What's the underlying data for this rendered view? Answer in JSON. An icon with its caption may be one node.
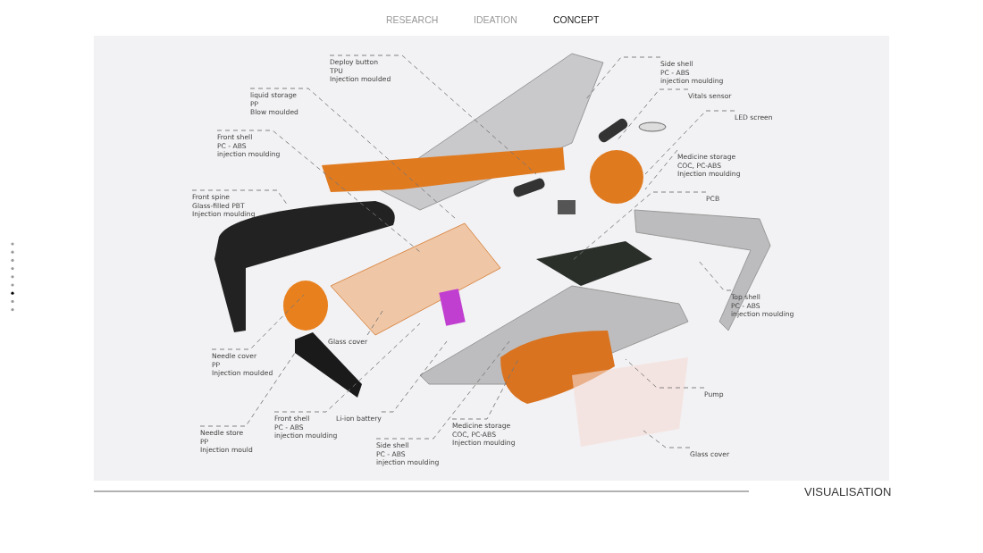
{
  "diagram": {
    "nodes": [
      {
        "text": [
          "Deploy button",
          "TPU",
          "Injection moulded"
        ]
      },
      {
        "text": [
          "Side shell",
          "PC - ABS",
          "injection moulding"
        ]
      },
      {
        "text": [
          "liquid storage",
          "PP",
          "Blow moulded"
        ]
      },
      {
        "text": [
          "Vitals sensor"
        ]
      },
      {
        "text": [
          "LED screen"
        ]
      },
      {
        "text": [
          "Front shell",
          "PC - ABS",
          "injection moulding"
        ]
      },
      {
        "text": [
          "Medicine storage",
          "COC, PC-ABS",
          "Injection moulding"
        ]
      },
      {
        "text": [
          "Front spine",
          "Glass-filled PBT",
          "Injection moulding"
        ]
      },
      {
        "text": [
          "PCB"
        ]
      },
      {
        "text": [
          "Top shell",
          "PC - ABS",
          "injection moulding"
        ]
      },
      {
        "text": [
          "Glass cover"
        ]
      },
      {
        "text": [
          "Needle cover",
          "PP",
          "Injection moulded"
        ]
      },
      {
        "text": [
          "Pump"
        ]
      },
      {
        "text": [
          "Front shell",
          "PC - ABS",
          "injection moulding"
        ]
      },
      {
        "text": [
          "Li-ion battery"
        ]
      },
      {
        "text": [
          "Needle store",
          "PP",
          "Injection mould"
        ]
      },
      {
        "text": [
          "Medicine storage",
          "COC, PC-ABS",
          "Injection moulding"
        ]
      },
      {
        "text": [
          "Side shell",
          "PC - ABS",
          "injection moulding"
        ]
      },
      {
        "text": [
          "Glass cover"
        ]
      }
    ],
    "edges": [
      {
        "from": 0,
        "to": null,
        "arrow": "none",
        "style": "dashed"
      },
      {
        "from": 1,
        "to": null,
        "arrow": "none",
        "style": "dashed"
      },
      {
        "from": 2,
        "to": null,
        "arrow": "none",
        "style": "dashed"
      },
      {
        "from": 3,
        "to": null,
        "arrow": "none",
        "style": "dashed"
      },
      {
        "from": 4,
        "to": null,
        "arrow": "none",
        "style": "dashed"
      },
      {
        "from": 5,
        "to": null,
        "arrow": "none",
        "style": "dashed"
      },
      {
        "from": 6,
        "to": null,
        "arrow": "none",
        "style": "dashed"
      },
      {
        "from": 7,
        "to": null,
        "arrow": "none",
        "style": "dashed"
      },
      {
        "from": 8,
        "to": null,
        "arrow": "none",
        "style": "dashed"
      },
      {
        "from": 9,
        "to": null,
        "arrow": "none",
        "style": "dashed"
      },
      {
        "from": 10,
        "to": null,
        "arrow": "none",
        "style": "dashed"
      },
      {
        "from": 11,
        "to": null,
        "arrow": "none",
        "style": "dashed"
      },
      {
        "from": 12,
        "to": null,
        "arrow": "none",
        "style": "dashed"
      },
      {
        "from": 13,
        "to": null,
        "arrow": "none",
        "style": "dashed"
      },
      {
        "from": 14,
        "to": null,
        "arrow": "none",
        "style": "dashed"
      },
      {
        "from": 15,
        "to": null,
        "arrow": "none",
        "style": "dashed"
      },
      {
        "from": 16,
        "to": null,
        "arrow": "none",
        "style": "dashed"
      },
      {
        "from": 17,
        "to": null,
        "arrow": "none",
        "style": "dashed"
      },
      {
        "from": 18,
        "to": null,
        "arrow": "none",
        "style": "dashed"
      }
    ],
    "labels": [
      "RESEARCH",
      "IDEATION",
      "CONCEPT",
      "VISUALISATION"
    ]
  }
}
